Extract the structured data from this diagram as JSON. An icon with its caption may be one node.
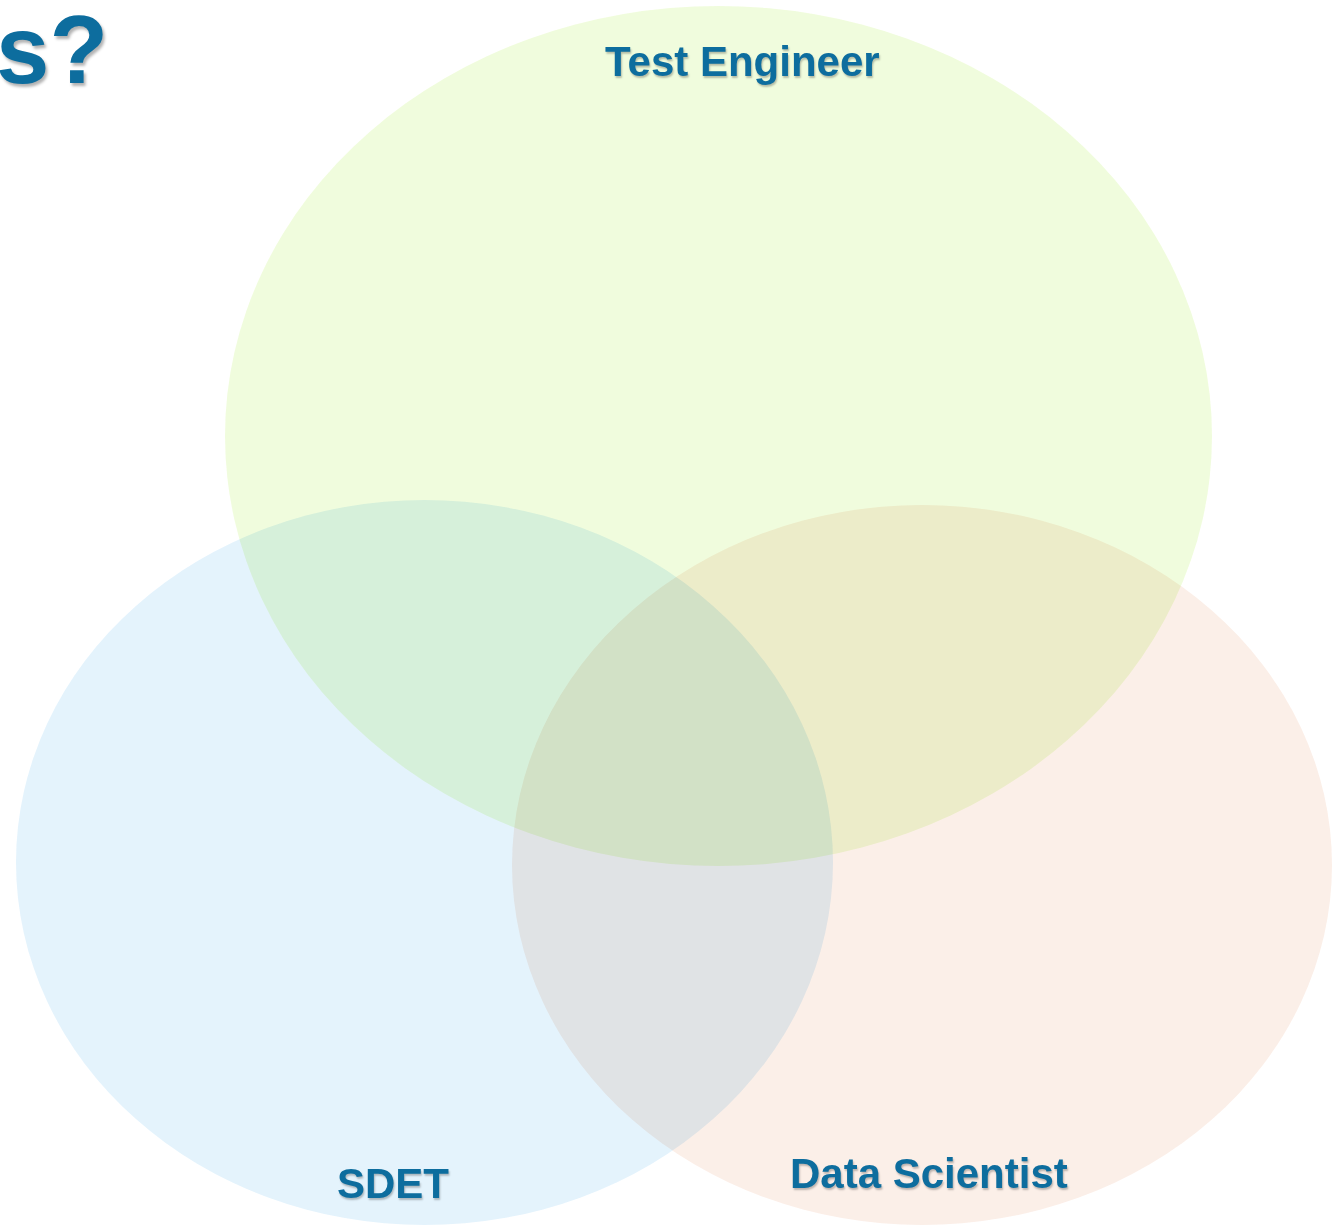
{
  "diagram": {
    "nodes": [
      {
        "text": [
          "Test Engineer"
        ]
      },
      {
        "text": [
          "SDET"
        ]
      },
      {
        "text": [
          "Data Scientist"
        ]
      }
    ],
    "labels": [
      "s?"
    ]
  }
}
